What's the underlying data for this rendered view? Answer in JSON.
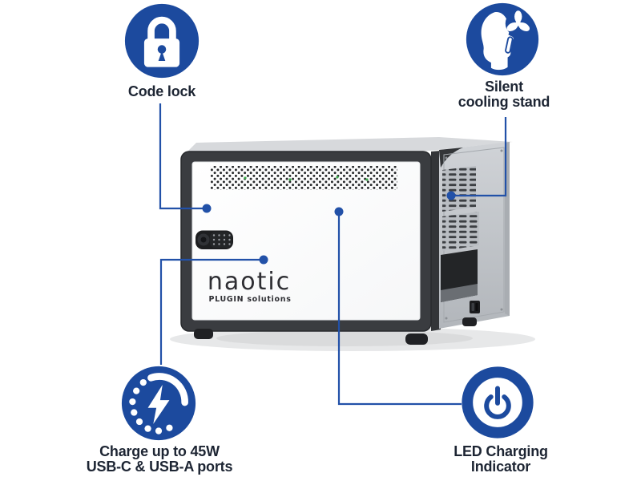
{
  "diagram": {
    "kind": "product-feature-callout-diagram",
    "background": "#ffffff"
  },
  "product": {
    "brand": "naotic",
    "brand_tagline": "PLUGIN solutions",
    "description_visible_parts": [
      "charging cabinet with dark frame",
      "white front door with perforated vent strip",
      "electronic code lock handle",
      "gray side panel with cooling vents and cable opening",
      "power switch",
      "rubber feet"
    ]
  },
  "colors": {
    "accent_blue": "#1c4a9e",
    "connector_blue": "#2251a8",
    "label_text": "#1d2533",
    "frame_dark": "#3a3c40",
    "panel_gray": "#c6cacf",
    "door_white": "#fdfdfe",
    "vent_led_green": "#3fae4e"
  },
  "features": [
    {
      "id": "code-lock",
      "icon": "padlock-icon",
      "label_lines": [
        "Code lock"
      ]
    },
    {
      "id": "silent-cooling-stand",
      "icon": "shush-fan-icon",
      "label_lines": [
        "Silent",
        "cooling stand"
      ]
    },
    {
      "id": "fast-charging-ports",
      "icon": "charging-bolt-icon",
      "label_lines": [
        "Charge up to 45W",
        "USB-C & USB-A ports"
      ]
    },
    {
      "id": "led-charging-indicator",
      "icon": "power-icon",
      "label_lines": [
        "LED Charging",
        "Indicator"
      ]
    }
  ]
}
